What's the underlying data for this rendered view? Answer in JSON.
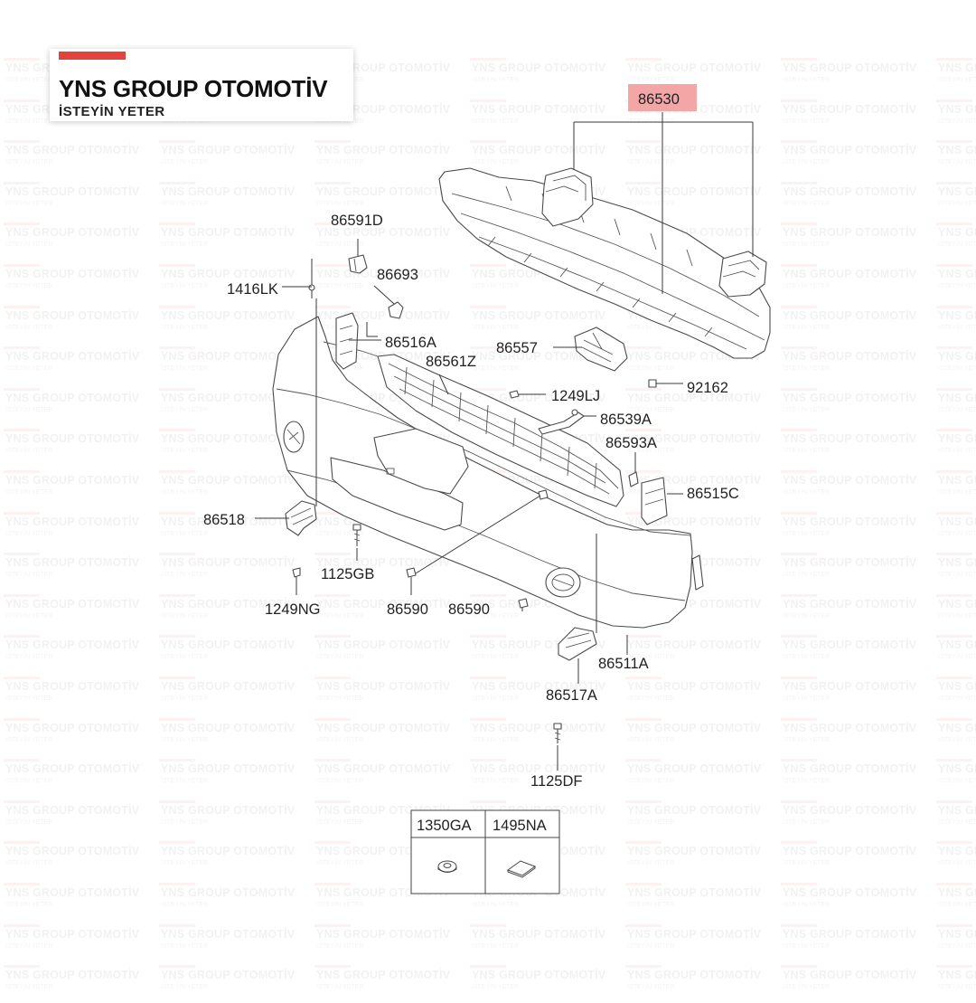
{
  "brand": {
    "name": "YNS GROUP OTOMOTİV",
    "tagline": "İSTEYİN YETER",
    "accent_color": "#e2433c"
  },
  "highlight_color": "#f4a6a6",
  "parts": [
    {
      "id": "p86530",
      "code": "86530",
      "highlighted": true
    },
    {
      "id": "p86591D",
      "code": "86591D"
    },
    {
      "id": "p86693",
      "code": "86693"
    },
    {
      "id": "p1416LK",
      "code": "1416LK"
    },
    {
      "id": "p86516A",
      "code": "86516A"
    },
    {
      "id": "p86557",
      "code": "86557"
    },
    {
      "id": "p86561Z",
      "code": "86561Z"
    },
    {
      "id": "p92162",
      "code": "92162"
    },
    {
      "id": "p1249LJ",
      "code": "1249LJ"
    },
    {
      "id": "p86539A",
      "code": "86539A"
    },
    {
      "id": "p86593A",
      "code": "86593A"
    },
    {
      "id": "p86515C",
      "code": "86515C"
    },
    {
      "id": "p86518",
      "code": "86518"
    },
    {
      "id": "p1125GB",
      "code": "1125GB"
    },
    {
      "id": "p1249NG",
      "code": "1249NG"
    },
    {
      "id": "p86590a",
      "code": "86590"
    },
    {
      "id": "p86590b",
      "code": "86590"
    },
    {
      "id": "p86511A",
      "code": "86511A"
    },
    {
      "id": "p86517A",
      "code": "86517A"
    },
    {
      "id": "p1125DF",
      "code": "1125DF"
    }
  ],
  "legend": {
    "col1": "1350GA",
    "col2": "1495NA"
  }
}
